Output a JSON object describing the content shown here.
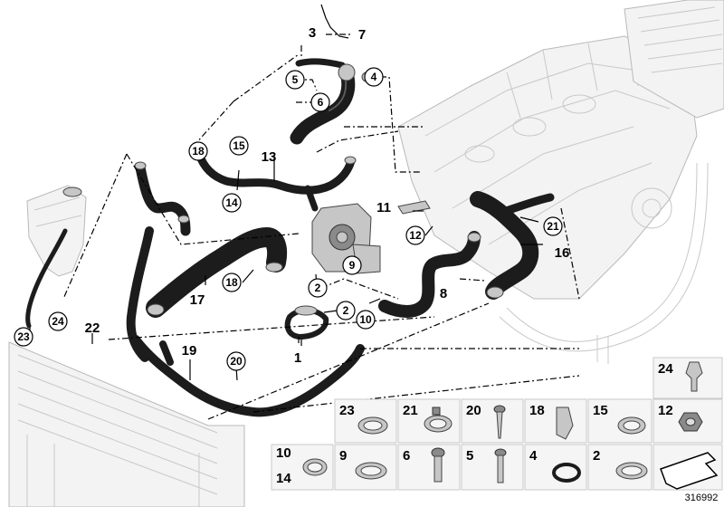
{
  "labels": {
    "n1": "1",
    "n2a": "2",
    "n2b": "2",
    "n3": "3",
    "n4": "4",
    "n5": "5",
    "n6": "6",
    "n7": "7",
    "n8": "8",
    "n9": "9",
    "n10": "10",
    "n11": "11",
    "n12": "12",
    "n13": "13",
    "n14": "14",
    "n15": "15",
    "n16": "16",
    "n17": "17",
    "n18a": "18",
    "n18b": "18",
    "n19": "19",
    "n20": "20",
    "n21": "21",
    "n22": "22",
    "n23": "23",
    "n24": "24"
  },
  "parts_table": {
    "cells": [
      {
        "id": "24",
        "label": "24"
      },
      {
        "id": "23",
        "label": "23"
      },
      {
        "id": "21",
        "label": "21"
      },
      {
        "id": "20",
        "label": "20"
      },
      {
        "id": "18",
        "label": "18"
      },
      {
        "id": "15",
        "label": "15"
      },
      {
        "id": "12",
        "label": "12"
      },
      {
        "id": "10-14",
        "label": "10",
        "label2": "14"
      },
      {
        "id": "9",
        "label": "9"
      },
      {
        "id": "6",
        "label": "6"
      },
      {
        "id": "5",
        "label": "5"
      },
      {
        "id": "4",
        "label": "4"
      },
      {
        "id": "2",
        "label": "2"
      }
    ]
  },
  "image_number": "316992",
  "colors": {
    "hose": "#1c1c1c",
    "ghost": "#b9b9b9",
    "cell_bg": "#f5f5f5"
  }
}
